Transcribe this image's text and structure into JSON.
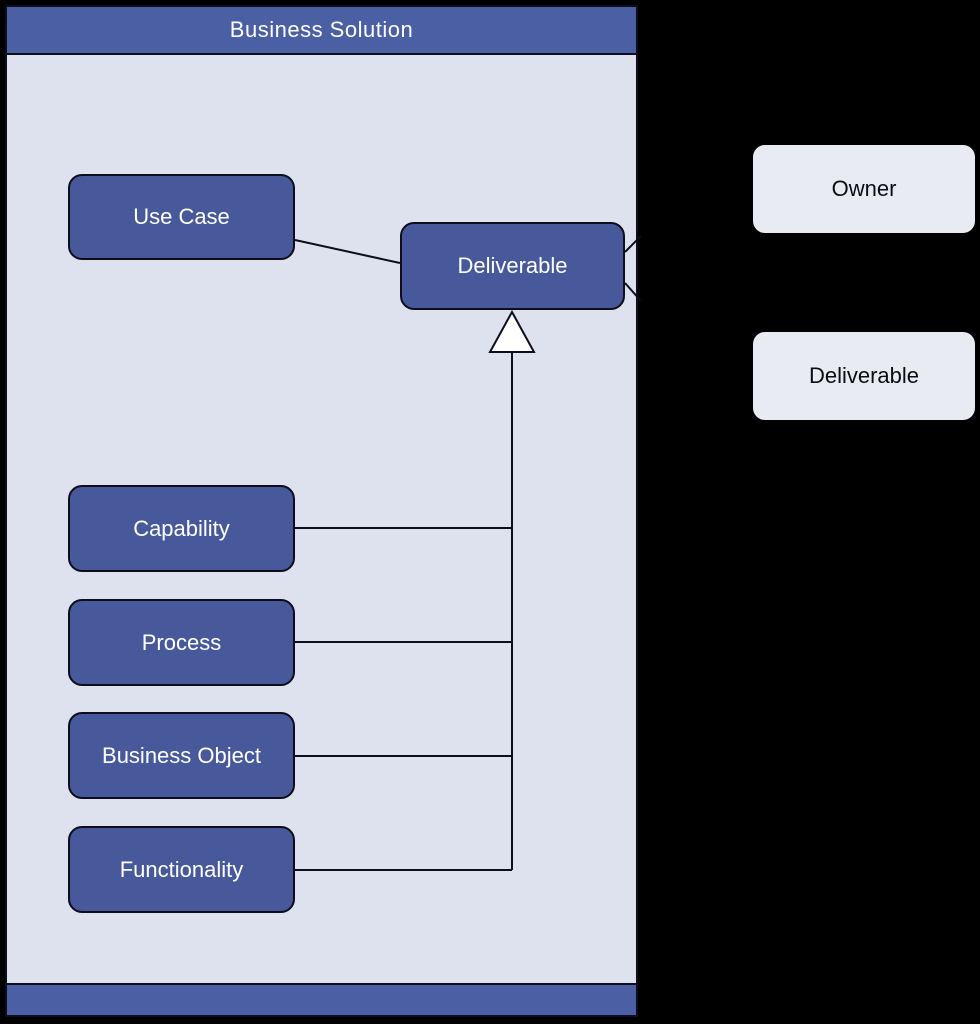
{
  "frame": {
    "title": "Business Solution"
  },
  "nodes": [
    {
      "id": "use-case",
      "label": "Use Case"
    },
    {
      "id": "deliverable",
      "label": "Deliverable"
    },
    {
      "id": "capability",
      "label": "Capability"
    },
    {
      "id": "process",
      "label": "Process"
    },
    {
      "id": "business-object",
      "label": "Business Object"
    },
    {
      "id": "functionality",
      "label": "Functionality"
    }
  ],
  "edges": [
    {
      "from": "use-case",
      "to": "deliverable",
      "type": "association"
    },
    {
      "from": "capability",
      "to": "deliverable",
      "type": "generalization"
    },
    {
      "from": "process",
      "to": "deliverable",
      "type": "generalization"
    },
    {
      "from": "business-object",
      "to": "deliverable",
      "type": "generalization"
    },
    {
      "from": "functionality",
      "to": "deliverable",
      "type": "generalization"
    },
    {
      "from": "deliverable",
      "to": "right-edge",
      "type": "association"
    },
    {
      "from": "deliverable",
      "to": "right-edge",
      "type": "association"
    }
  ],
  "legend": [
    {
      "id": "owner",
      "label": "Owner"
    },
    {
      "id": "deliverable",
      "label": "Deliverable"
    }
  ],
  "colors": {
    "canvas_background": "#000000",
    "frame_body": "#dee1ee",
    "frame_header": "#4b5fa4",
    "node_fill": "#47599b",
    "node_text": "#ffffff",
    "legend_fill": "#e9ebf3",
    "legend_text": "#0c0c14",
    "line": "#0d0d1c"
  }
}
